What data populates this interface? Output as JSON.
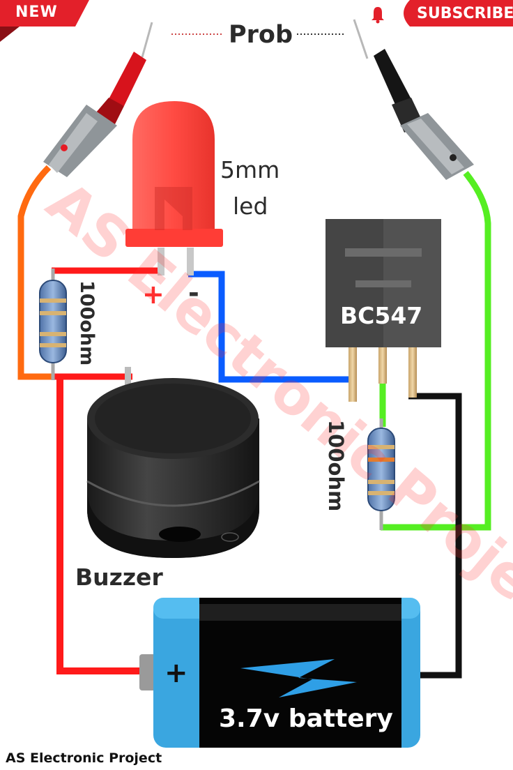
{
  "header": {
    "new_badge": "NEW",
    "title": "Prob",
    "subscribe_button": "SUBSCRIBE"
  },
  "components": {
    "led_label_line1": "5mm",
    "led_label_line2": "led",
    "led_plus": "+",
    "led_minus": "-",
    "resistor_left_label": "100ohm",
    "resistor_right_label": "100ohm",
    "transistor_label": "BC547",
    "buzzer_label": "Buzzer",
    "battery_plus": "+",
    "battery_label": "3.7v battery"
  },
  "watermark": "AS Electronic Project",
  "footer": {
    "credit": "AS Electronic Project"
  },
  "colors": {
    "red_wire": "#ff1a1a",
    "blue_wire": "#0a5cff",
    "green_wire": "#55ee22",
    "orange_wire": "#ff6a10",
    "black_wire": "#111111",
    "led_red": "#ff4b43",
    "battery_blue": "#3aa6e0",
    "transistor_grey": "#4a4a4a",
    "banner_red": "#e3202a"
  }
}
